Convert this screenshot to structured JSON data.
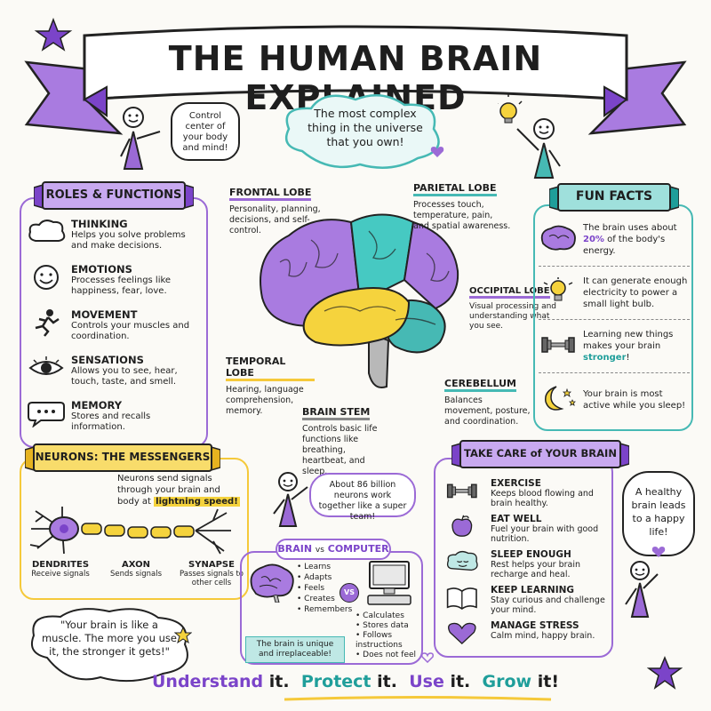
{
  "title": "THE HUMAN BRAIN EXPLAINED",
  "bubbles": {
    "control": "Control center of your body and mind!",
    "complex": "The most complex thing in the universe that you own!",
    "neurons": "About 86 billion neurons work together like a super team!",
    "muscle": "\"Your brain is like a muscle. The more you use it, the stronger it gets!\"",
    "healthy": "A healthy brain leads to a happy life!"
  },
  "roles": {
    "heading": "ROLES & FUNCTIONS",
    "items": [
      {
        "title": "THINKING",
        "desc": "Helps you solve problems and make decisions.",
        "icon": "cloud-icon"
      },
      {
        "title": "EMOTIONS",
        "desc": "Processes feelings like happiness, fear, love.",
        "icon": "smiley-icon"
      },
      {
        "title": "MOVEMENT",
        "desc": "Controls your muscles and coordination.",
        "icon": "runner-icon"
      },
      {
        "title": "SENSATIONS",
        "desc": "Allows you to see, hear, touch, taste, and smell.",
        "icon": "eye-icon"
      },
      {
        "title": "MEMORY",
        "desc": "Stores and recalls information.",
        "icon": "speech-icon"
      }
    ]
  },
  "lobes": {
    "frontal": {
      "title": "FRONTAL LOBE",
      "desc": "Personality, planning, decisions, and self-control."
    },
    "parietal": {
      "title": "PARIETAL LOBE",
      "desc": "Processes touch, temperature, pain, and spatial awareness."
    },
    "occipital": {
      "title": "OCCIPITAL LOBE",
      "desc": "Visual processing and understanding what you see."
    },
    "temporal": {
      "title": "TEMPORAL LOBE",
      "desc": "Hearing, language comprehension, memory."
    },
    "cerebellum": {
      "title": "CEREBELLUM",
      "desc": "Balances movement, posture, and coordination."
    },
    "brainstem": {
      "title": "BRAIN STEM",
      "desc": "Controls basic life functions like breathing, heartbeat, and sleep."
    }
  },
  "facts": {
    "heading": "FUN FACTS",
    "items": [
      {
        "pre": "The brain uses about ",
        "hl": "20%",
        "post": " of the body's energy.",
        "icon": "brain-icon"
      },
      {
        "pre": "It can generate enough electricity to power a small light bulb.",
        "hl": "",
        "post": "",
        "icon": "lightbulb-icon"
      },
      {
        "pre": "Learning new things makes your brain ",
        "hl": "stronger",
        "post": "!",
        "icon": "dumbbell-icon"
      },
      {
        "pre": "Your brain is most active while you sleep!",
        "hl": "",
        "post": "",
        "icon": "moon-icon"
      }
    ]
  },
  "neurons": {
    "heading": "NEURONS: THE MESSENGERS",
    "text_pre": "Neurons send signals through your brain and body at ",
    "text_hl": "lightning speed!",
    "parts": [
      {
        "title": "DENDRITES",
        "desc": "Receive signals"
      },
      {
        "title": "AXON",
        "desc": "Sends signals"
      },
      {
        "title": "SYNAPSE",
        "desc": "Passes signals to other cells"
      }
    ]
  },
  "compare": {
    "heading_a": "BRAIN",
    "heading_vs": "vs",
    "heading_b": "COMPUTER",
    "brain_list": [
      "Learns",
      "Adapts",
      "Feels",
      "Creates",
      "Remembers"
    ],
    "computer_list": [
      "Calculates",
      "Stores data",
      "Follows instructions",
      "Does not feel"
    ],
    "vs": "VS",
    "note": "The brain is unique and irreplaceable!"
  },
  "care": {
    "heading": "TAKE CARE of YOUR BRAIN",
    "items": [
      {
        "title": "EXERCISE",
        "desc": "Keeps blood flowing and brain healthy.",
        "icon": "dumbbell-icon"
      },
      {
        "title": "EAT WELL",
        "desc": "Fuel your brain with good nutrition.",
        "icon": "apple-icon"
      },
      {
        "title": "SLEEP ENOUGH",
        "desc": "Rest helps your brain recharge and heal.",
        "icon": "sleep-icon"
      },
      {
        "title": "KEEP LEARNING",
        "desc": "Stay curious and challenge your mind.",
        "icon": "book-icon"
      },
      {
        "title": "MANAGE STRESS",
        "desc": "Calm mind, happy brain.",
        "icon": "heart-icon"
      }
    ]
  },
  "footer": {
    "w1": "Understand",
    "t1": "it.",
    "w2": "Protect",
    "t2": "it.",
    "w3": "Use",
    "t3": "it.",
    "w4": "Grow",
    "t4": "it!"
  },
  "colors": {
    "purple": "#9b6ad6",
    "teal": "#46b9b4",
    "yellow": "#f5c93a",
    "ink": "#1e1e1e"
  }
}
